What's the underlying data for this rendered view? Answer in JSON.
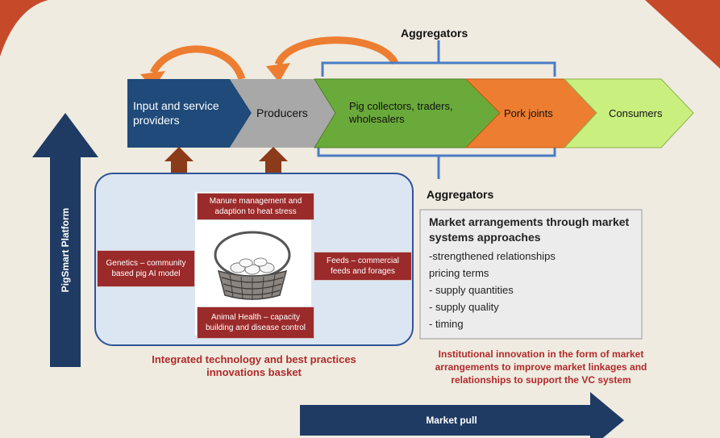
{
  "colors": {
    "frame": "#c64a2a",
    "panel": "#efebe0",
    "navy": "#1f4a7a",
    "grey_chevron": "#a8a8a8",
    "green_chevron": "#6aaa3a",
    "orange": "#ed7d31",
    "light_green": "#c9ef7f",
    "bracket_blue": "#4a7cc4",
    "brown_arrow": "#8b3a1a",
    "basket_panel": "#dce6f2",
    "innovation_box": "#9b2a2a",
    "caption_red": "#b02a2a"
  },
  "aggregators_top": "Aggregators",
  "aggregators_bottom": "Aggregators",
  "chain": {
    "input": "Input and service providers",
    "producers": "Producers",
    "collectors": "Pig collectors, traders, wholesalers",
    "pork": "Pork joints",
    "consumers": "Consumers"
  },
  "platform_label": "PigSmart Platform",
  "basket": {
    "manure": "Manure management and adaption to heat stress",
    "genetics": "Genetics – community based pig AI model",
    "feeds": "Feeds – commercial feeds and forages",
    "health": "Animal Health – capacity building and disease control",
    "basket_icon": "basket-with-eggs-icon"
  },
  "basket_caption": "Integrated technology and best practices innovations basket",
  "market": {
    "heading": "Market arrangements through market systems approaches",
    "lines": [
      "-strengthened relationships",
      "pricing terms",
      "- supply quantities",
      "- supply quality",
      "- timing"
    ]
  },
  "institutional_caption": "Institutional innovation in the form of market arrangements to improve market linkages and relationships to support the VC system",
  "market_pull": "Market pull"
}
